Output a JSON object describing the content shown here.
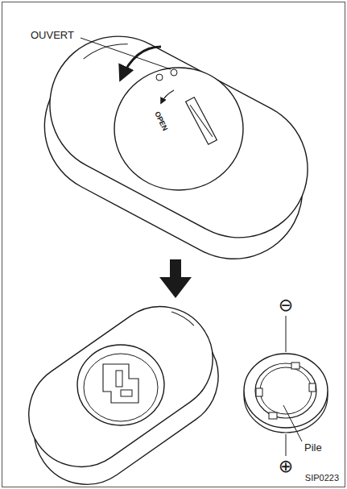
{
  "diagram": {
    "labels": [
      "OUVERT",
      "OPEN",
      "⊖",
      "Pile",
      "⊕",
      "SIP0223"
    ]
  }
}
